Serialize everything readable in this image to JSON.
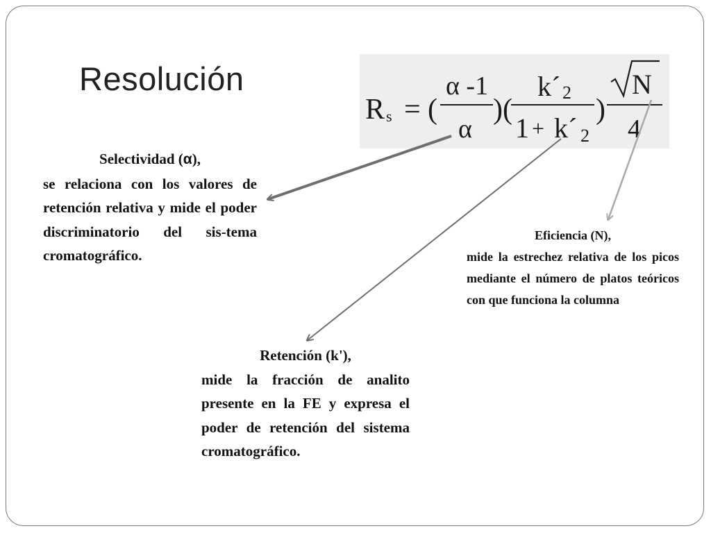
{
  "title": "Resolución",
  "formula": {
    "lhs_main": "R",
    "lhs_sub": "s",
    "equals": "=",
    "open1": "(",
    "num1": "α -1",
    "den1": "α",
    "close_open": ")(",
    "num2_k": "k´",
    "num2_sub": "2",
    "den2_one": "1",
    "den2_plus": "+",
    "den2_k": "k´",
    "den2_sub": "2",
    "close2": ")",
    "sqrt_symbol": "√",
    "num3": "N",
    "den3": "4"
  },
  "selectividad": {
    "heading_prefix": "Selectividad (",
    "heading_symbol": "α",
    "heading_suffix": "),",
    "body": "se relaciona con los valores de retención relativa y mide el poder discriminatorio del sis-tema cromatográfico."
  },
  "eficiencia": {
    "heading": "Eficiencia (N),",
    "body": "mide la estrechez relativa de los picos mediante el número de platos teóricos con que funciona la columna"
  },
  "retencion": {
    "heading": "Retención (k'),",
    "body": "mide la fracción de analito presente en la FE y expresa el poder de retención del sistema cromatográfico."
  },
  "colors": {
    "formula_background": "#eeeeee",
    "arrow_dark": "#6e6e6e",
    "arrow_light": "#a8a8a8",
    "frame_border": "#7a7a7a"
  }
}
